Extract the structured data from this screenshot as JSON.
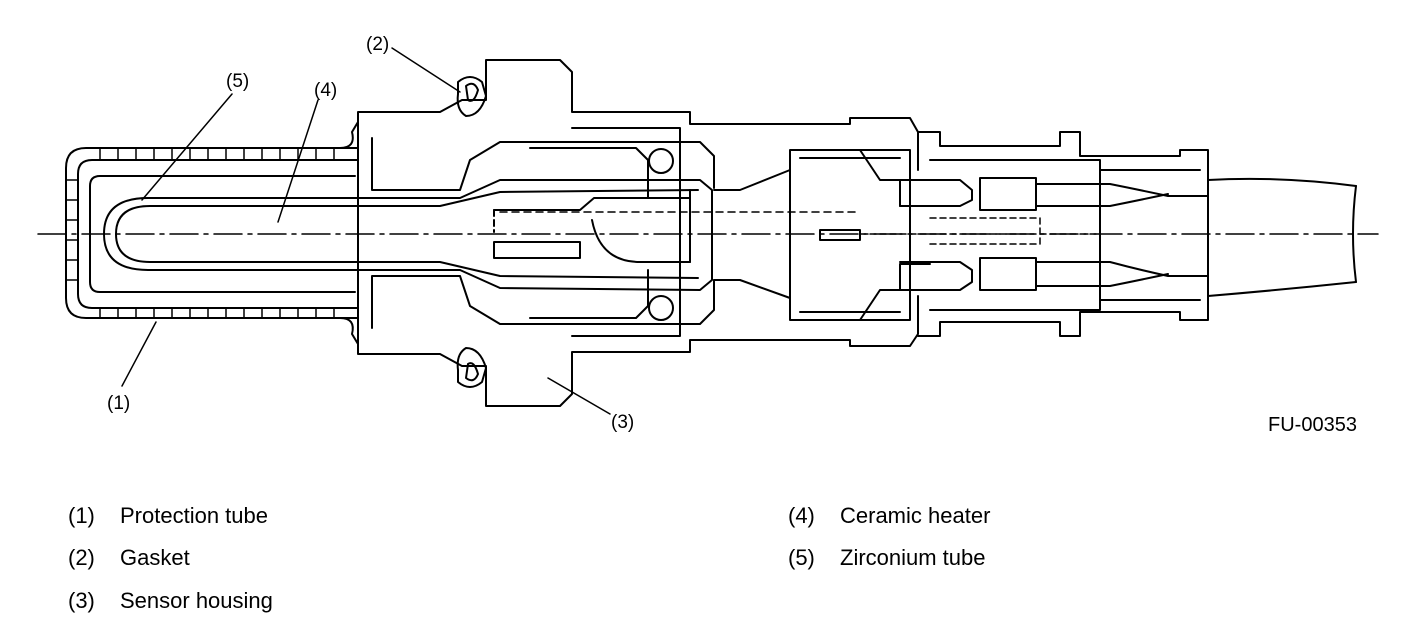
{
  "figure_id": "FU-00353",
  "callouts": {
    "c1": "(1)",
    "c2": "(2)",
    "c3": "(3)",
    "c4": "(4)",
    "c5": "(5)"
  },
  "legend": [
    {
      "num": "(1)",
      "label": "Protection tube"
    },
    {
      "num": "(2)",
      "label": "Gasket"
    },
    {
      "num": "(3)",
      "label": "Sensor housing"
    },
    {
      "num": "(4)",
      "label": "Ceramic heater"
    },
    {
      "num": "(5)",
      "label": "Zirconium tube"
    }
  ]
}
